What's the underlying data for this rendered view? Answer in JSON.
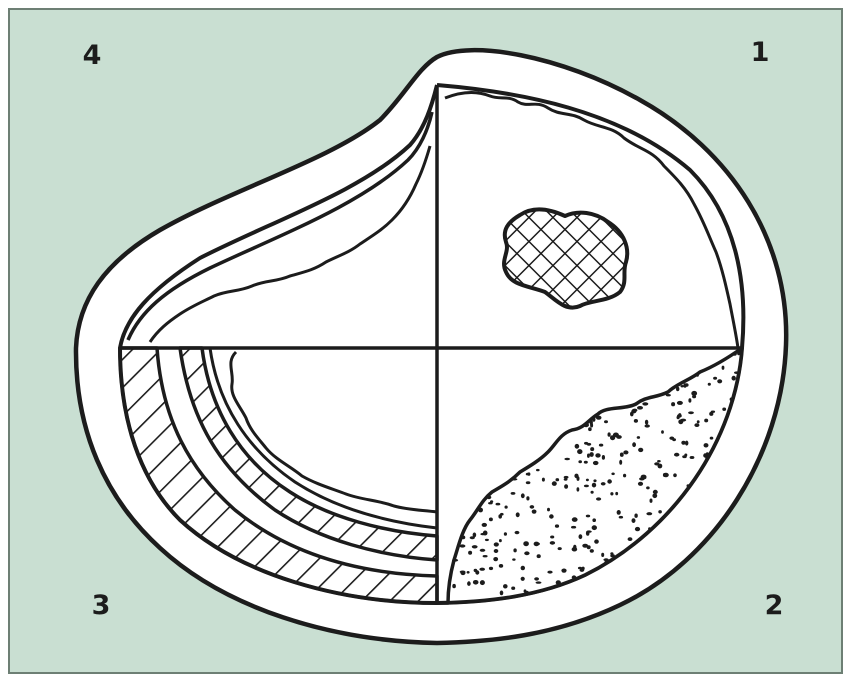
{
  "colors": {
    "background": "#c9dfd2",
    "ink": "#1c1c1c",
    "fill": "#ffffff"
  },
  "quadrant_labels": {
    "q1": "1",
    "q2": "2",
    "q3": "3",
    "q4": "4"
  }
}
